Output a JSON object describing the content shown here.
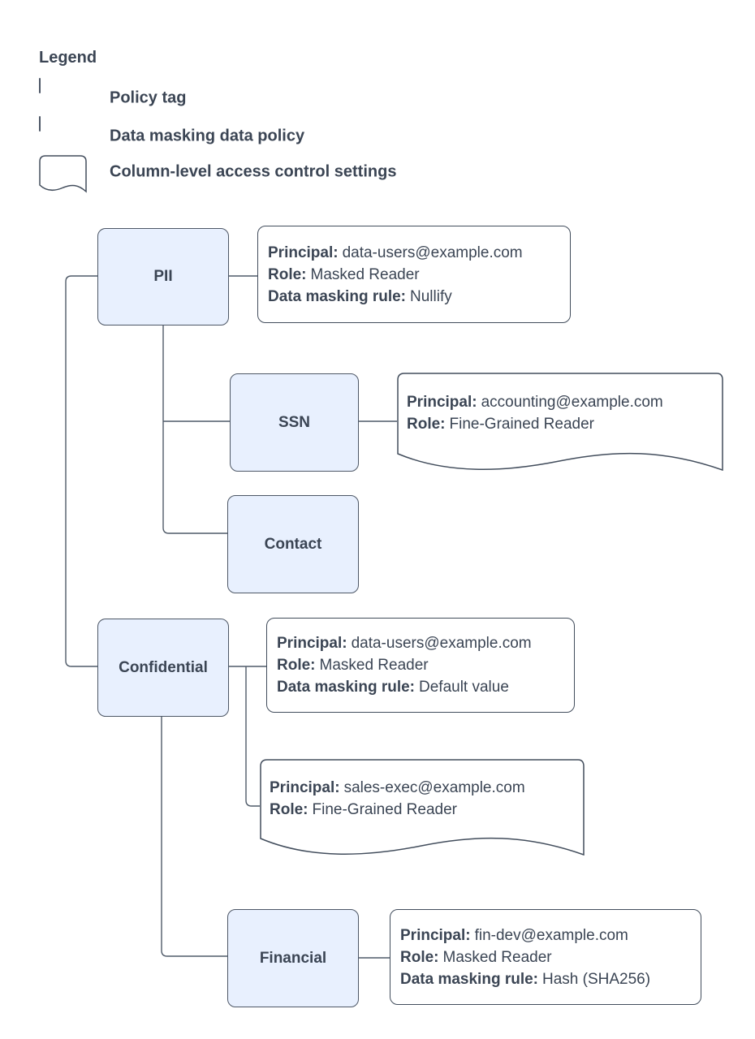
{
  "legend": {
    "title": "Legend",
    "items": [
      {
        "shape": "policy-tag",
        "label": "Policy tag"
      },
      {
        "shape": "data-policy",
        "label": "Data masking data policy"
      },
      {
        "shape": "document",
        "label": "Column-level access control settings"
      }
    ]
  },
  "field_labels": {
    "principal": "Principal:",
    "role": "Role:",
    "rule": "Data masking rule:"
  },
  "nodes": {
    "pii": {
      "label": "PII"
    },
    "ssn": {
      "label": "SSN"
    },
    "contact": {
      "label": "Contact"
    },
    "confidential": {
      "label": "Confidential"
    },
    "financial": {
      "label": "Financial"
    }
  },
  "policies": {
    "pii_masking": {
      "principal": "data-users@example.com",
      "role": "Masked Reader",
      "rule": "Nullify"
    },
    "ssn_access": {
      "principal": "accounting@example.com",
      "role": "Fine-Grained Reader"
    },
    "confidential_masking": {
      "principal": "data-users@example.com",
      "role": "Masked Reader",
      "rule": "Default value"
    },
    "confidential_access": {
      "principal": "sales-exec@example.com",
      "role": "Fine-Grained Reader"
    },
    "financial_masking": {
      "principal": "fin-dev@example.com",
      "role": "Masked Reader",
      "rule": "Hash (SHA256)"
    }
  },
  "colors": {
    "policy_tag_fill": "#e8f0fe",
    "shape_border": "#424d5c",
    "connector": "#4f5a68",
    "text": "#3b4554",
    "background": "#ffffff"
  }
}
